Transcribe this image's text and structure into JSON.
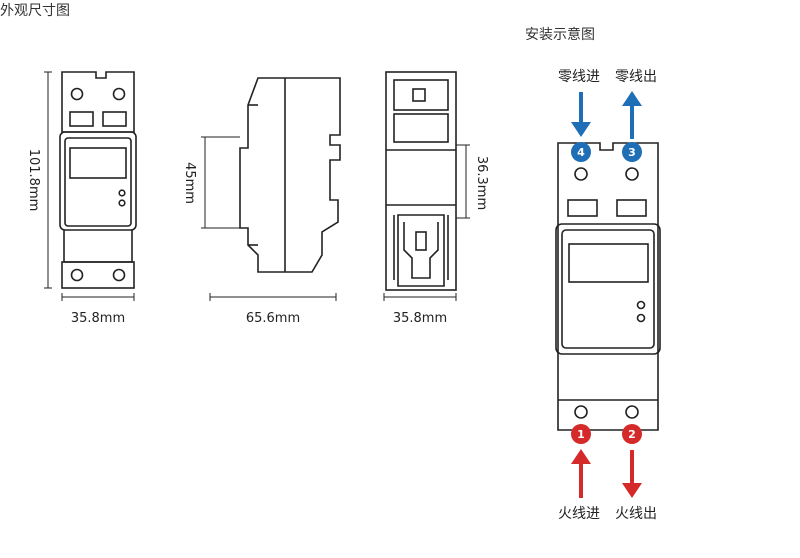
{
  "titles": {
    "dimensions": "外观尺寸图",
    "installation": "安装示意图"
  },
  "dimensions": {
    "height": "101.8mm",
    "front_width": "35.8mm",
    "depth": "65.6mm",
    "din_height": "45mm",
    "back_width": "35.8mm",
    "back_height": "36.3mm"
  },
  "wiring": {
    "neutral_in": {
      "label": "零线进",
      "terminal": "4",
      "color": "#1f6fb6"
    },
    "neutral_out": {
      "label": "零线出",
      "terminal": "3",
      "color": "#1f6fb6"
    },
    "live_in": {
      "label": "火线进",
      "terminal": "1",
      "color": "#d42a2a"
    },
    "live_out": {
      "label": "火线出",
      "terminal": "2",
      "color": "#d42a2a"
    }
  }
}
